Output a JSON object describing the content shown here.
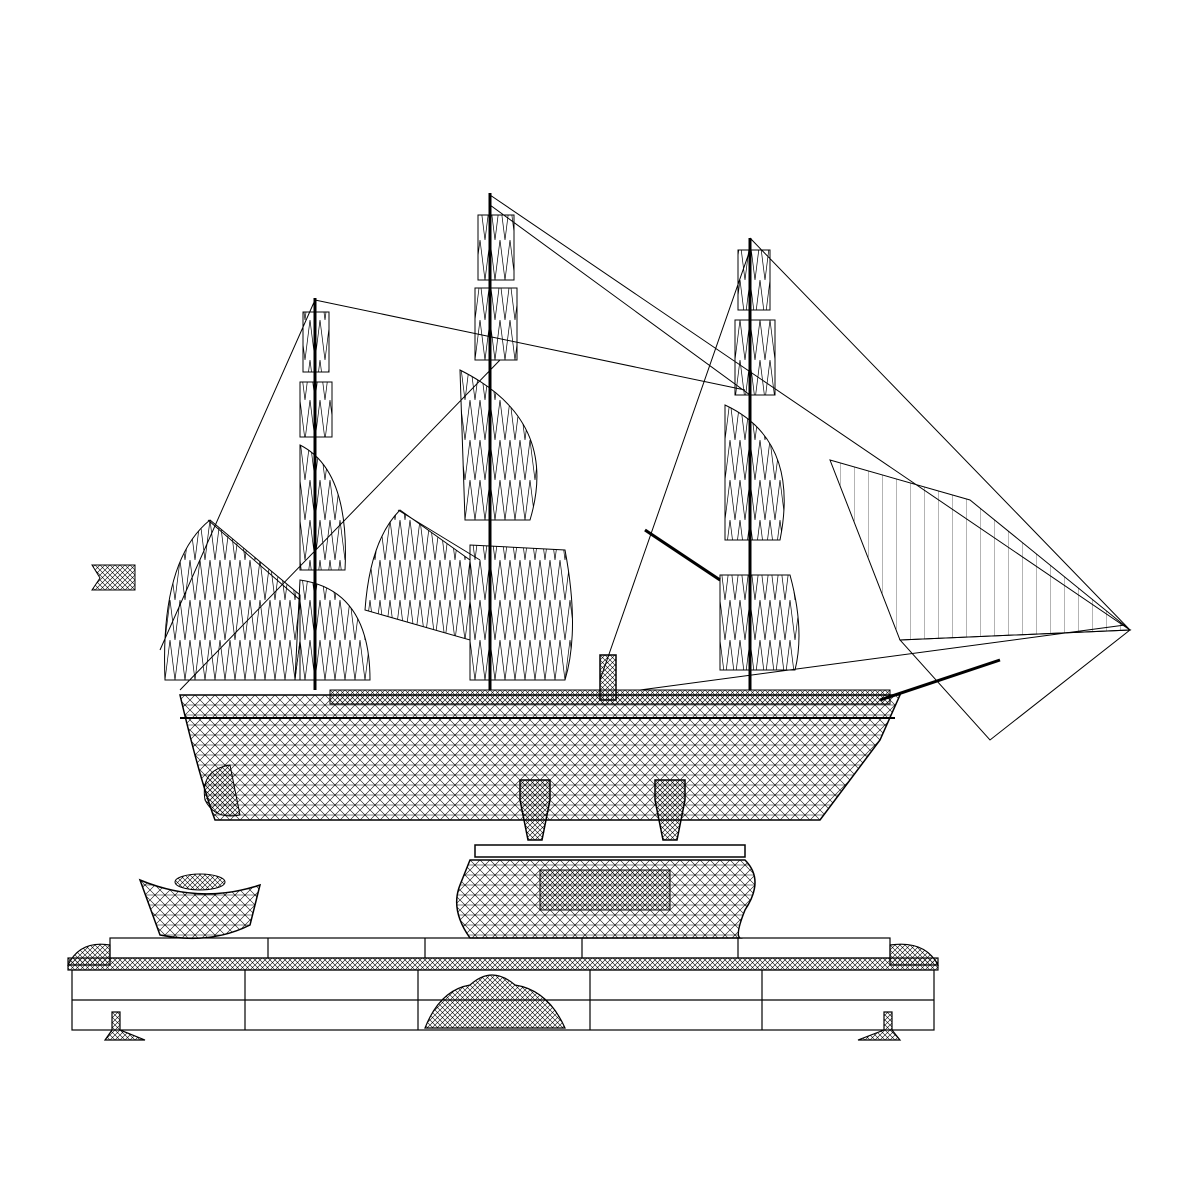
{
  "scene": {
    "background_color": "#ffffff",
    "line_color": "#000000",
    "render_style": "wireframe",
    "objects": [
      "sailing-ship",
      "ship-stand",
      "display-base",
      "ingot-bowl"
    ]
  }
}
